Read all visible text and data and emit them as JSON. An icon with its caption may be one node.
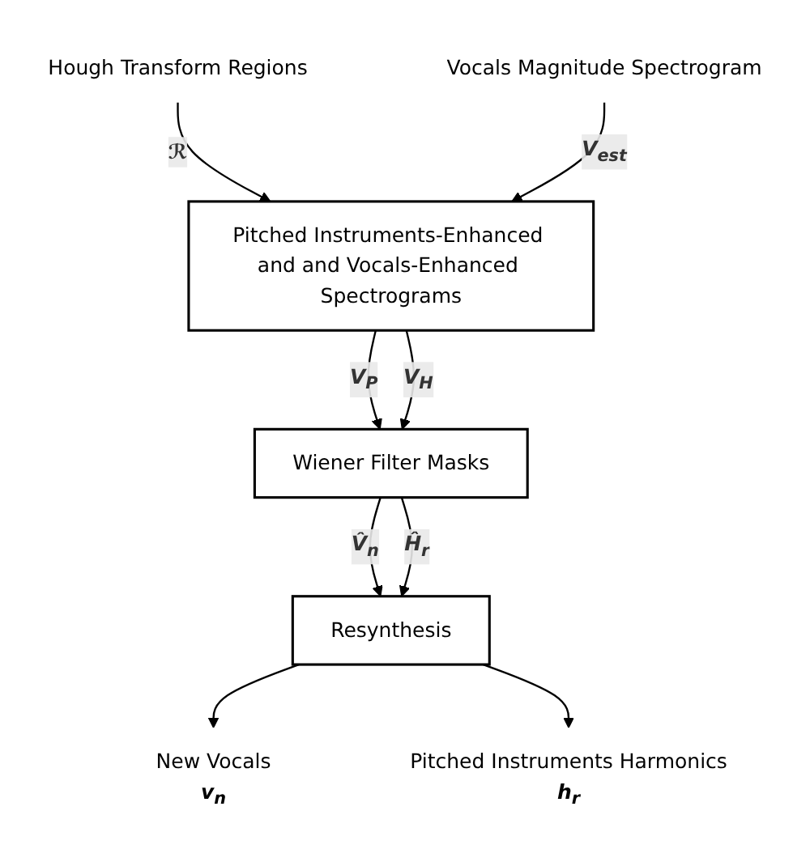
{
  "diagram": {
    "nodes": [
      {
        "text": [
          "Hough Transform Regions"
        ]
      },
      {
        "text": [
          "Vocals Magnitude Spectrogram"
        ]
      },
      {
        "text": [
          "Pitched Instruments-Enhanced and and Vocals-Enhanced Spectrograms"
        ]
      },
      {
        "text": [
          "Wiener Filter Masks"
        ]
      },
      {
        "text": [
          "Resynthesis"
        ]
      },
      {
        "text": [
          "New Vocals"
        ],
        "beside": [
          "v$_{n}$"
        ]
      },
      {
        "text": [
          "Pitched Instruments Harmonics"
        ],
        "beside": [
          "h$_{r}$"
        ]
      }
    ],
    "edges": [
      {
        "from": 0,
        "to": 2,
        "arrow": "to",
        "label": "ℛ"
      },
      {
        "from": 1,
        "to": 2,
        "arrow": "to",
        "label": "V$_{est}$"
      },
      {
        "from": 2,
        "to": 3,
        "arrow": "to",
        "label": "V$_{P}$"
      },
      {
        "from": 2,
        "to": 3,
        "arrow": "to",
        "label": "V$_{H}$"
      },
      {
        "from": 3,
        "to": 4,
        "arrow": "to",
        "label": "V̂$_{n}$"
      },
      {
        "from": 3,
        "to": 4,
        "arrow": "to",
        "label": "Ĥ$_{r}$"
      },
      {
        "from": 4,
        "to": 5,
        "arrow": "to"
      },
      {
        "from": 4,
        "to": 6,
        "arrow": "to"
      }
    ]
  }
}
